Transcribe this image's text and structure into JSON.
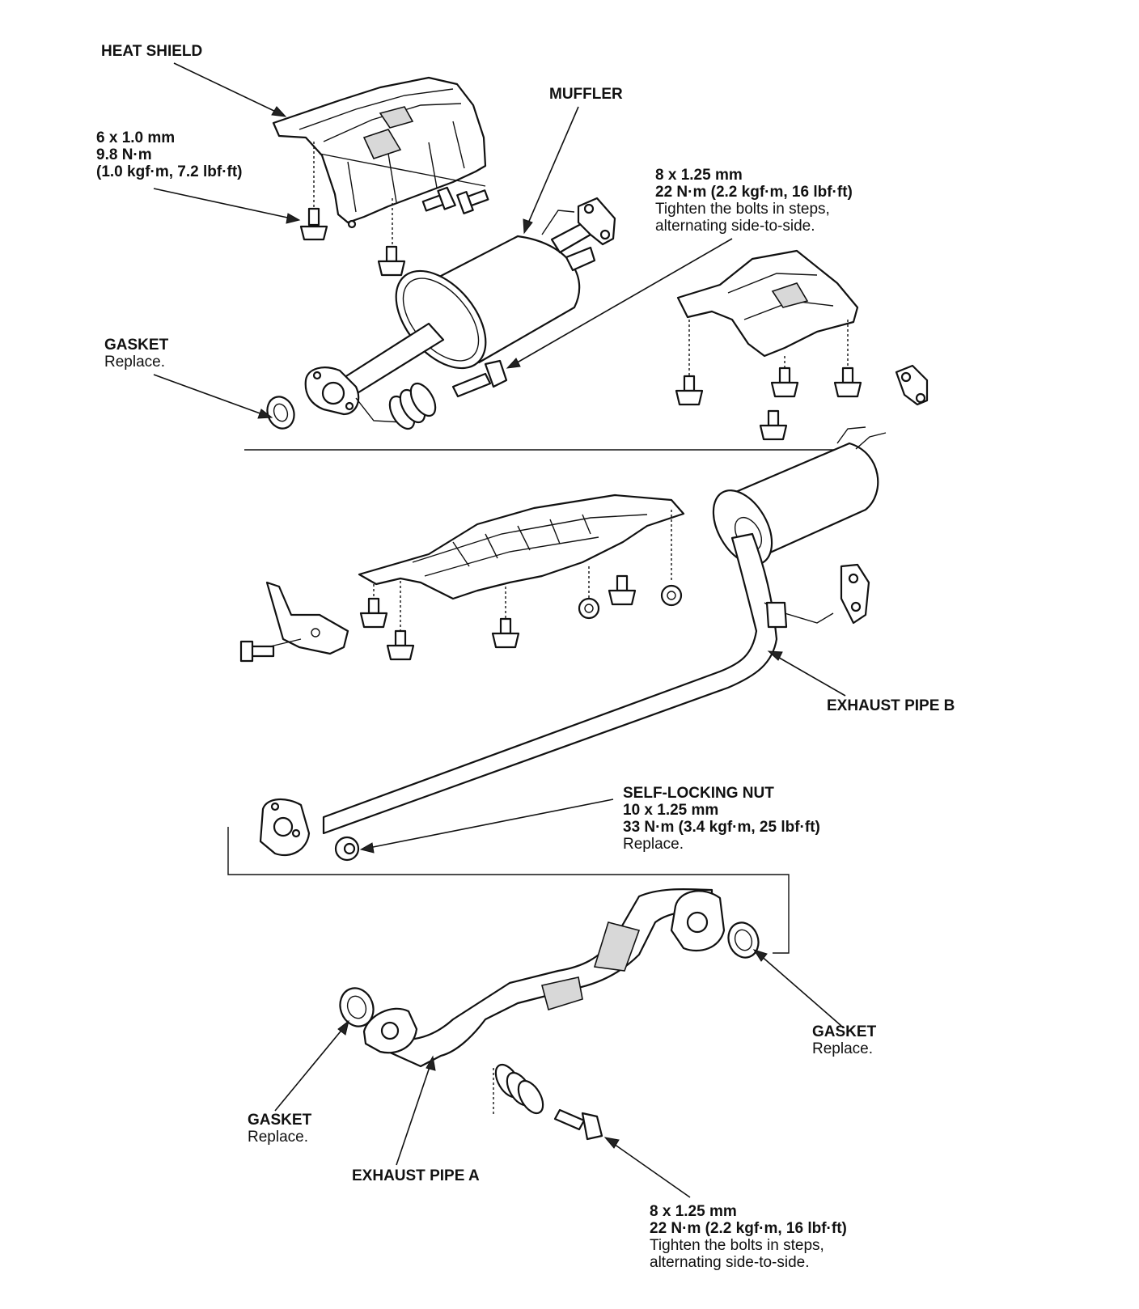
{
  "labels": {
    "heat_shield": {
      "title": "HEAT SHIELD"
    },
    "bolt_6mm": {
      "line1": "6 x 1.0 mm",
      "line2": "9.8 N·m",
      "line3": "(1.0 kgf·m, 7.2 lbf·ft)"
    },
    "muffler": {
      "title": "MUFFLER"
    },
    "bolt_8mm_top": {
      "line1": "8 x 1.25 mm",
      "line2": "22 N·m (2.2 kgf·m, 16 lbf·ft)",
      "line3": "Tighten the bolts in steps,",
      "line4": "alternating side-to-side."
    },
    "gasket_top": {
      "title": "GASKET",
      "note": "Replace."
    },
    "exhaust_pipe_b": {
      "title": "EXHAUST PIPE B"
    },
    "self_locking_nut": {
      "line1": "SELF-LOCKING NUT",
      "line2": "10 x 1.25 mm",
      "line3": "33 N·m (3.4 kgf·m, 25 lbf·ft)",
      "note": "Replace."
    },
    "gasket_right": {
      "title": "GASKET",
      "note": "Replace."
    },
    "gasket_left": {
      "title": "GASKET",
      "note": "Replace."
    },
    "exhaust_pipe_a": {
      "title": "EXHAUST PIPE A"
    },
    "bolt_8mm_bottom": {
      "line1": "8 x 1.25 mm",
      "line2": "22 N·m (2.2 kgf·m, 16 lbf·ft)",
      "line3": "Tighten the bolts in steps,",
      "line4": "alternating side-to-side."
    }
  }
}
